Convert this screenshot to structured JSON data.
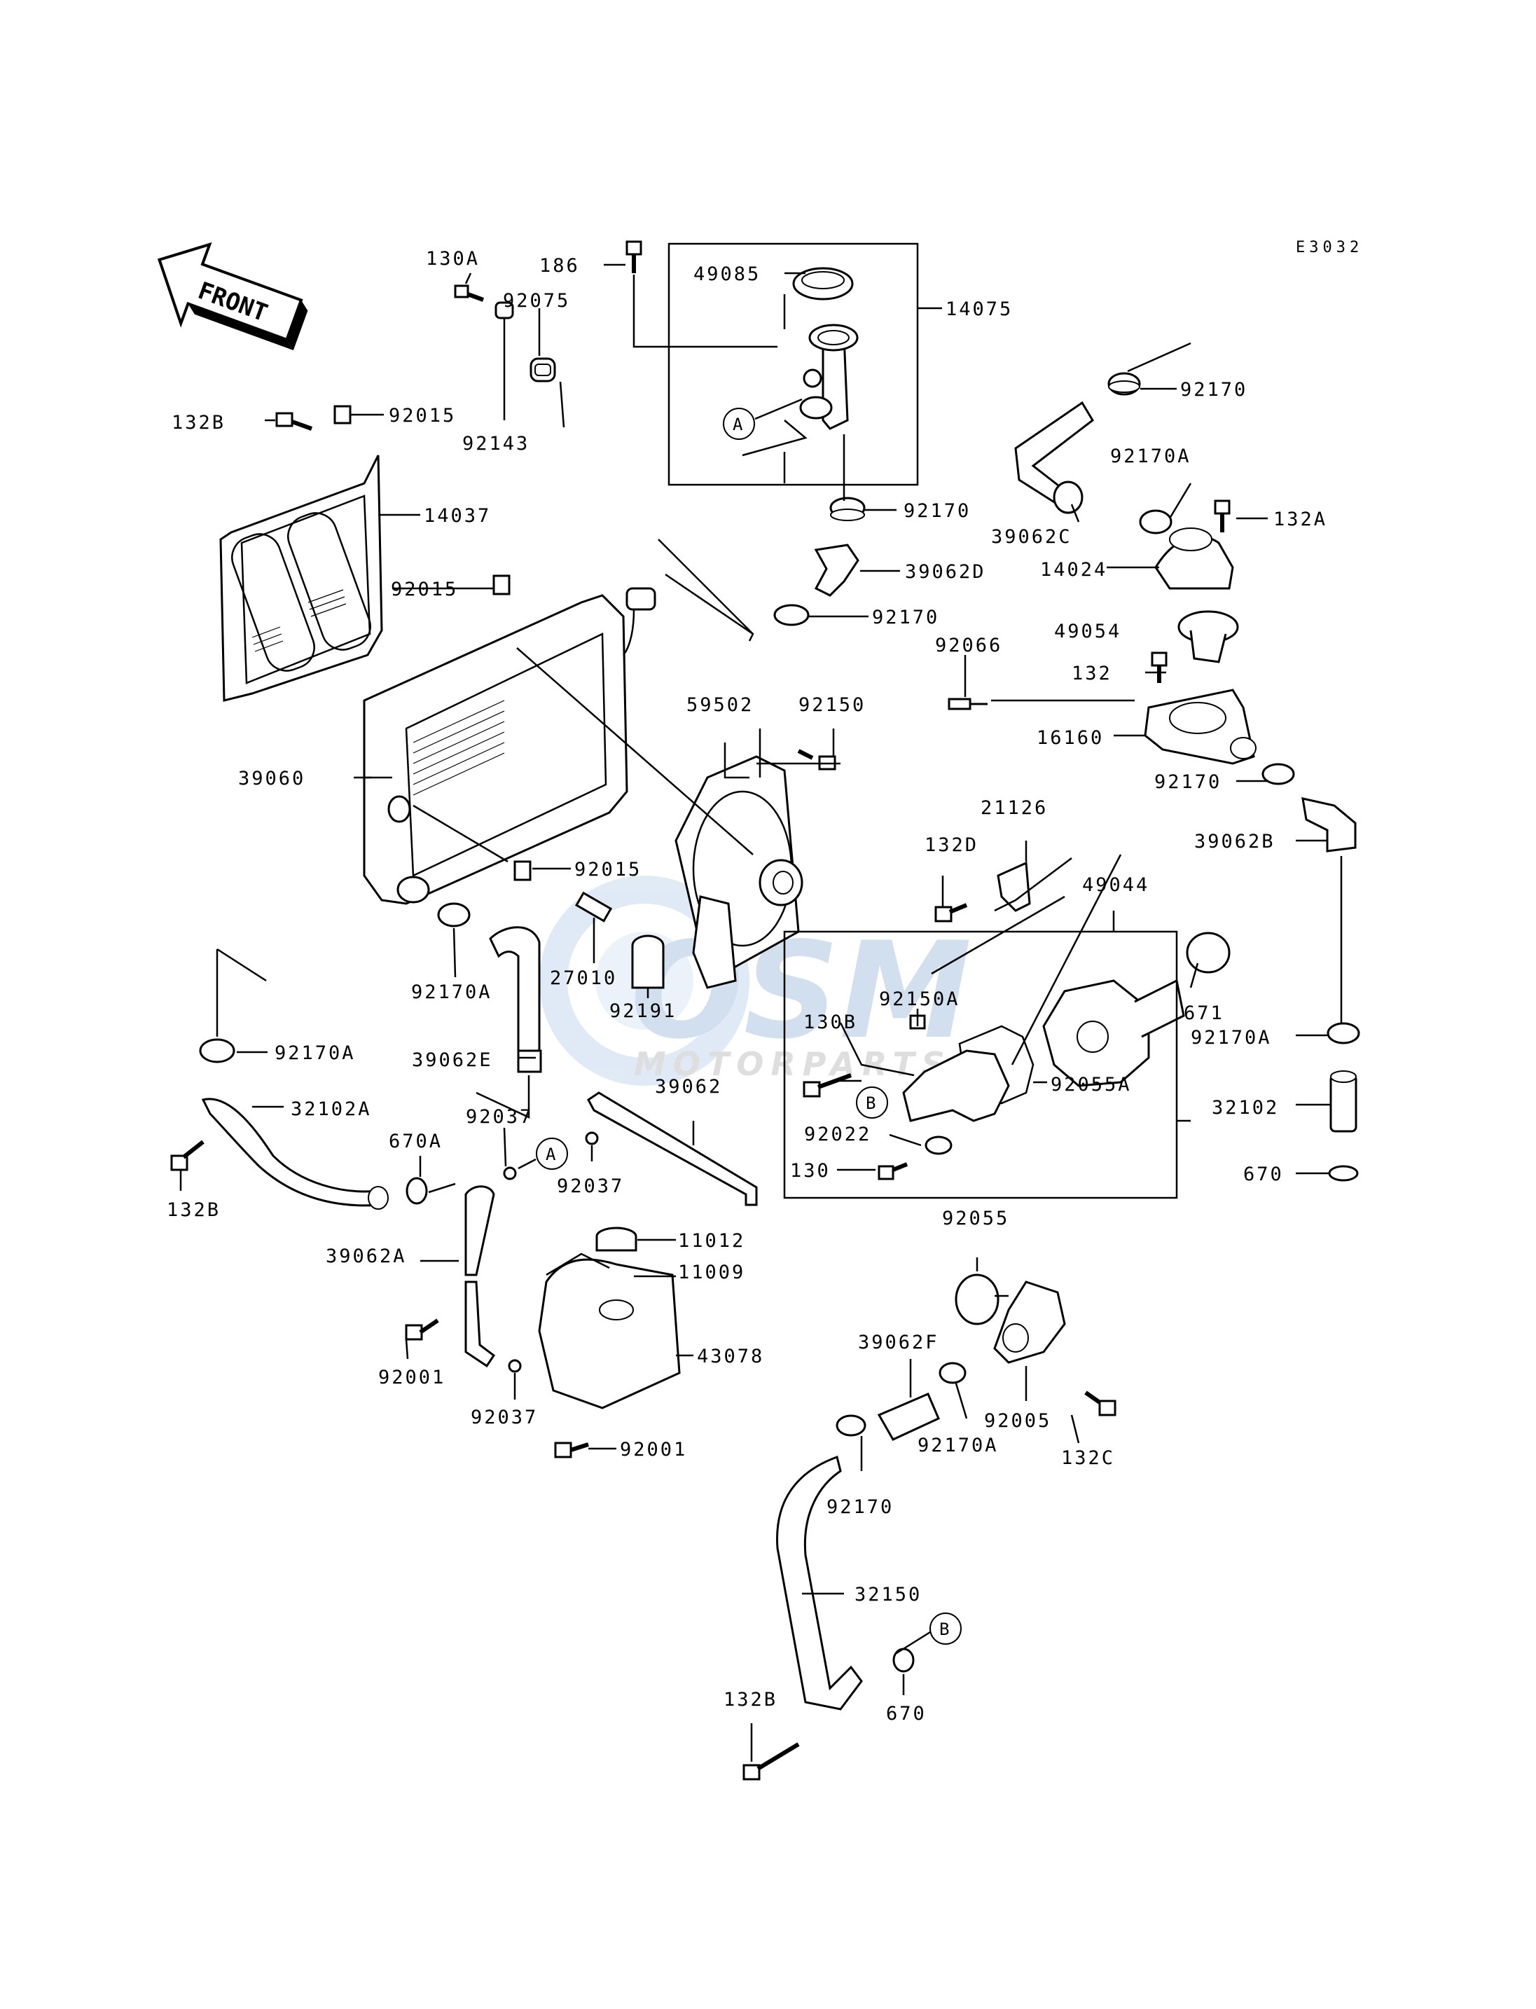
{
  "diagram_code": "E3032",
  "front_label": "FRONT",
  "watermark": {
    "brand": "OSM",
    "sub": "MOTORPARTS"
  },
  "callouts": {
    "a": "A",
    "b": "B"
  },
  "labels": {
    "p186": "186",
    "p49085": "49085",
    "p14075": "14075",
    "p130A": "130A",
    "p92075": "92075",
    "p132B_top": "132B",
    "p92015_top": "92015",
    "p92143": "92143",
    "p92170_a": "92170",
    "p92170A_a": "92170A",
    "p92170_b": "92170",
    "p14037": "14037",
    "p39062C": "39062C",
    "p132A": "132A",
    "p39062D": "39062D",
    "p14024": "14024",
    "p92015_mid": "92015",
    "p92170_c": "92170",
    "p49054": "49054",
    "p92066": "92066",
    "p132": "132",
    "p59502": "59502",
    "p92150": "92150",
    "p16160": "16160",
    "p39060": "39060",
    "p92170_d": "92170",
    "p21126": "21126",
    "p39062B": "39062B",
    "p92015_low": "92015",
    "p132D": "132D",
    "p49044": "49044",
    "p27010": "27010",
    "p92170A_b": "92170A",
    "p92191": "92191",
    "p92150A": "92150A",
    "p671": "671",
    "p92170A_c": "92170A",
    "p39062E": "39062E",
    "p130B": "130B",
    "p92170A_d": "92170A",
    "p32102A": "32102A",
    "p92055A": "92055A",
    "p92037_a": "92037",
    "p39062": "39062",
    "p670A": "670A",
    "p92022": "92022",
    "p32102": "32102",
    "p132B_left": "132B",
    "p92037_b": "92037",
    "p130": "130",
    "p670_a": "670",
    "p11012": "11012",
    "p92055": "92055",
    "p39062A": "39062A",
    "p11009": "11009",
    "p43078": "43078",
    "p39062F": "39062F",
    "p92001_a": "92001",
    "p92005": "92005",
    "p92037_c": "92037",
    "p92170A_e": "92170A",
    "p132C": "132C",
    "p92001_b": "92001",
    "p92170_e": "92170",
    "p32150": "32150",
    "p132B_bottom": "132B",
    "p670_b": "670"
  }
}
